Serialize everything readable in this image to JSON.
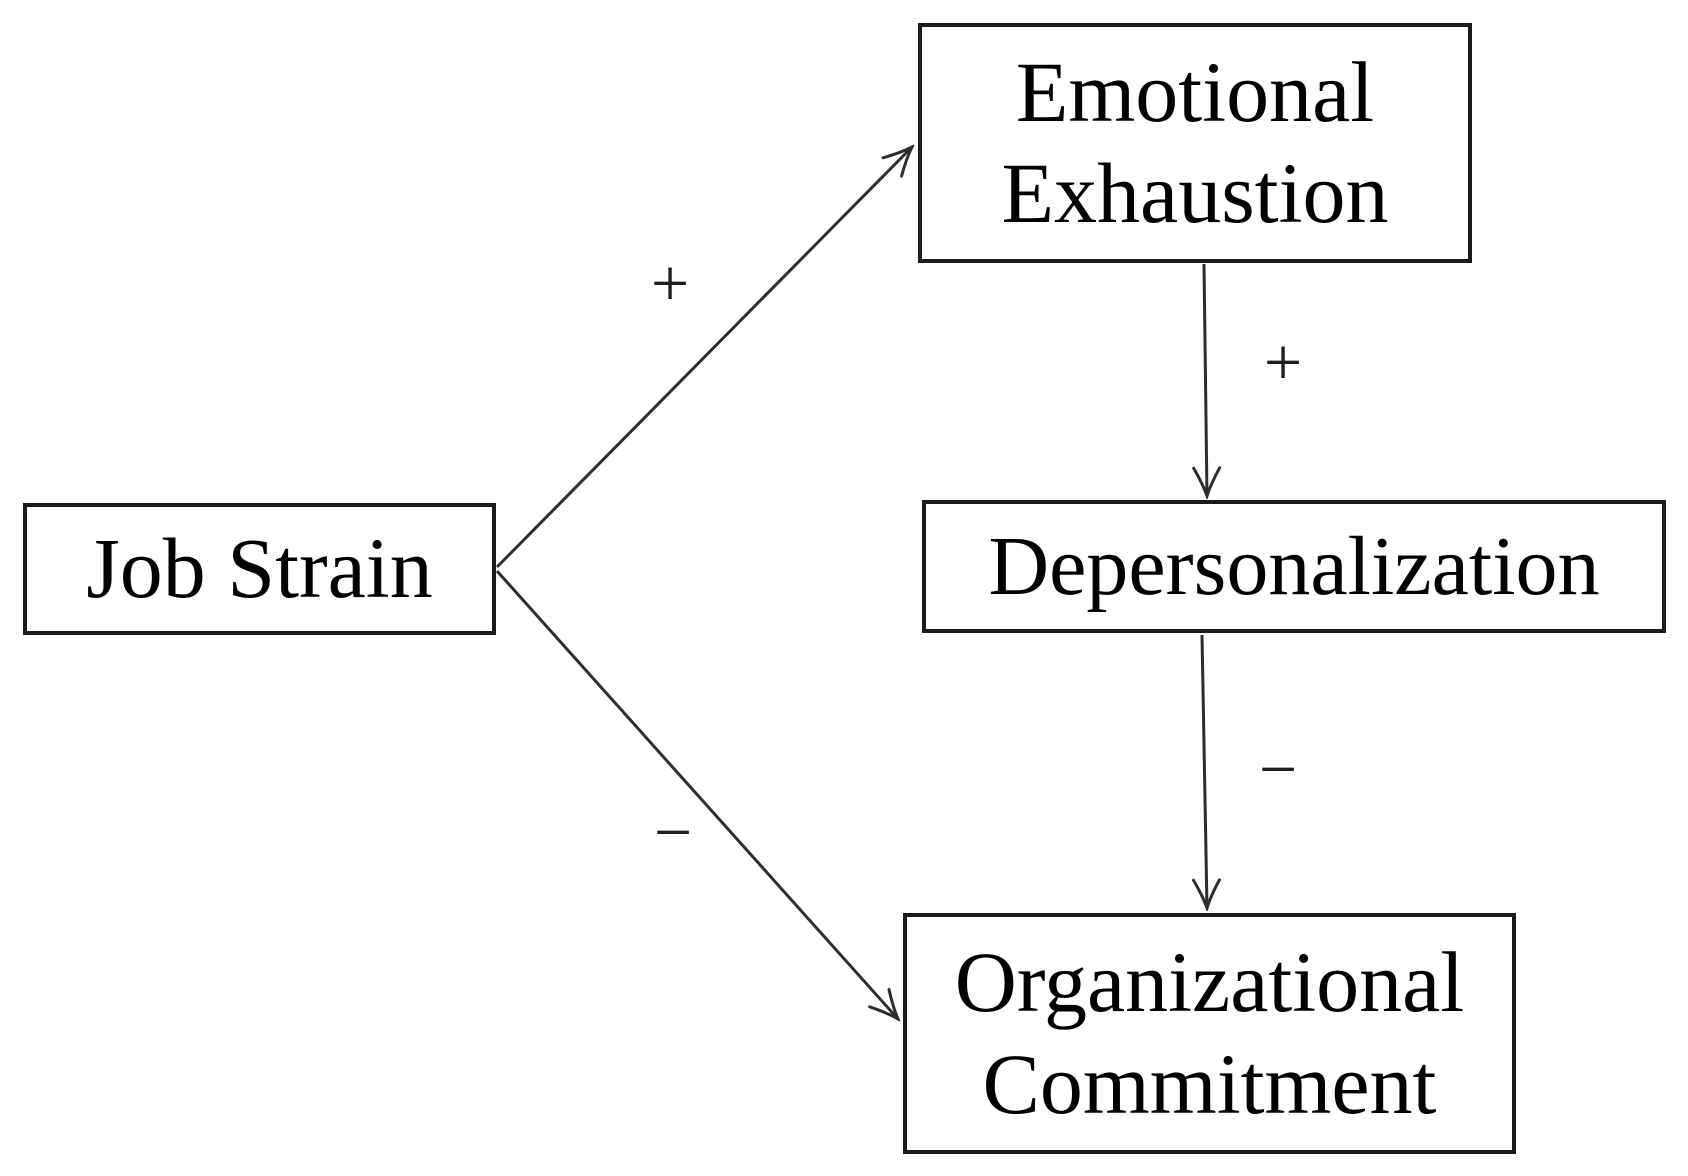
{
  "diagram": {
    "background_color": "#ffffff",
    "box_border_color": "#1b1b1b",
    "line_color": "#2e2e2e",
    "text_color": "#000000",
    "nodes": [
      {
        "id": "job-strain",
        "label": "Job Strain"
      },
      {
        "id": "emotional-exhaustion",
        "label": "Emotional Exhaustion"
      },
      {
        "id": "depersonalization",
        "label": "Depersonalization"
      },
      {
        "id": "organizational-commitment",
        "label": "Organizational Commitment"
      }
    ],
    "edges": [
      {
        "from": "Job Strain",
        "to": "Emotional Exhaustion",
        "sign": "+"
      },
      {
        "from": "Emotional Exhaustion",
        "to": "Depersonalization",
        "sign": "+"
      },
      {
        "from": "Depersonalization",
        "to": "Organizational Commitment",
        "sign": "−"
      },
      {
        "from": "Job Strain",
        "to": "Organizational Commitment",
        "sign": "−"
      }
    ]
  }
}
